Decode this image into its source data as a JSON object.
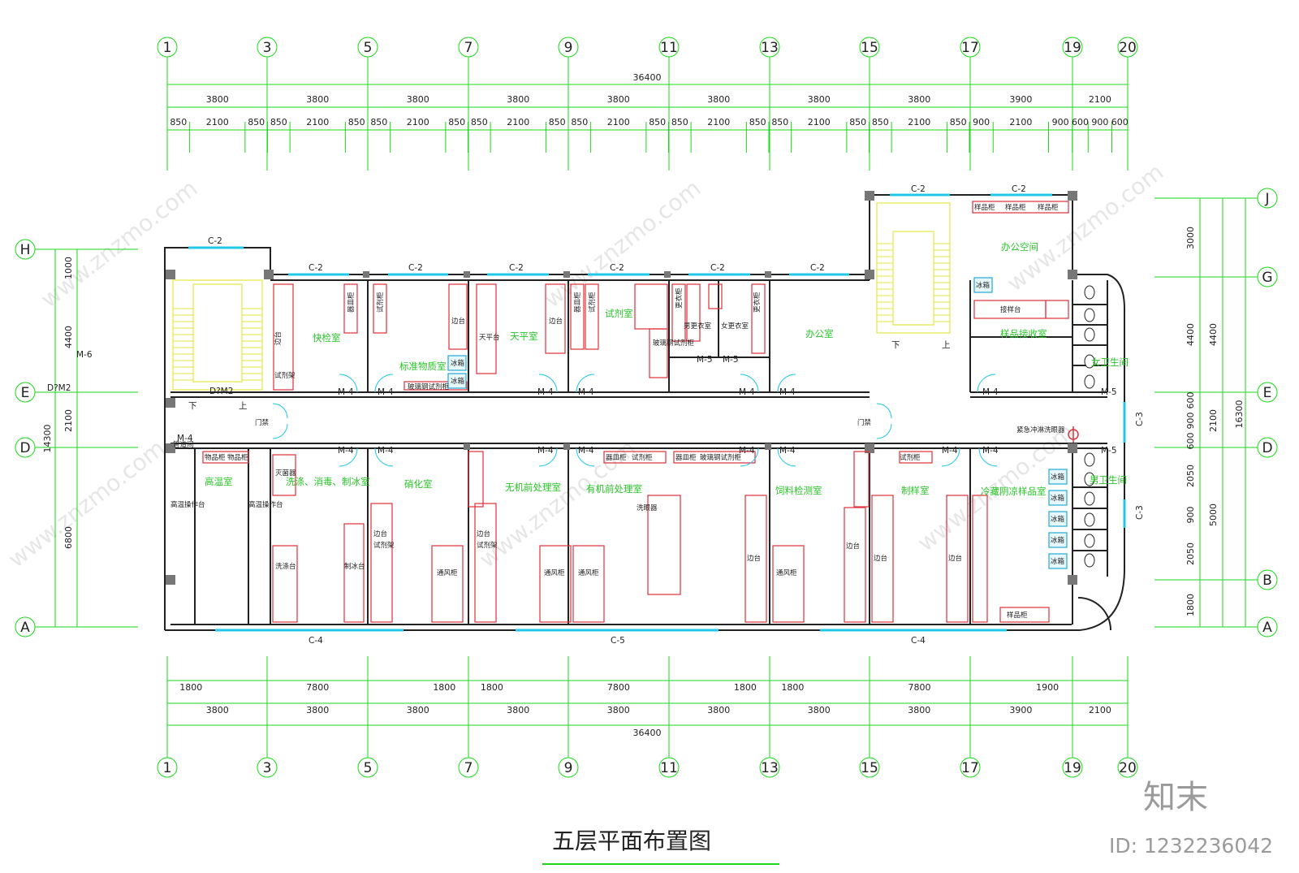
{
  "drawing": {
    "title": "五层平面布置图",
    "brand": "知末",
    "drawing_id": "ID: 1232236042"
  },
  "grid": {
    "top_axes": [
      "1",
      "3",
      "5",
      "7",
      "9",
      "11",
      "13",
      "15",
      "17",
      "19",
      "20"
    ],
    "left_axes": [
      "H",
      "E",
      "D",
      "A"
    ],
    "right_axes": [
      "J",
      "G",
      "E",
      "D",
      "B",
      "A"
    ],
    "overall_width": "36400",
    "top_bays": [
      "3800",
      "3800",
      "3800",
      "3800",
      "3800",
      "3800",
      "3800",
      "3800",
      "3900",
      "2100"
    ],
    "top_segments": [
      "850",
      "2100",
      "850",
      "850",
      "2100",
      "850",
      "850",
      "2100",
      "850",
      "850",
      "2100",
      "850",
      "850",
      "2100",
      "850",
      "850",
      "2100",
      "850",
      "850",
      "2100",
      "850",
      "850",
      "2100",
      "850",
      "900",
      "2100",
      "900",
      "600",
      "900",
      "600"
    ],
    "bottom_rooms": [
      "1800",
      "7800",
      "1800",
      "1800",
      "7800",
      "1800",
      "1800",
      "7800",
      "1900"
    ],
    "bottom_bays": [
      "3800",
      "3800",
      "3800",
      "3800",
      "3800",
      "3800",
      "3800",
      "3800",
      "3900",
      "2100"
    ],
    "left_dims": [
      "1000",
      "4400",
      "2100",
      "6800"
    ],
    "left_total": "14300",
    "right_dims_inner": [
      "3000",
      "4400",
      "600",
      "900",
      "600",
      "2050",
      "900",
      "2050",
      "1800"
    ],
    "right_dims_outer": [
      "4400",
      "2100",
      "5000"
    ],
    "right_total": "16300"
  },
  "rooms": {
    "quick_check": "快检室",
    "standard_substance": "标准物质室",
    "balance": "天平室",
    "reagent": "试剂室",
    "male_locker": "男更衣室",
    "female_locker": "女更衣室",
    "office": "办公室",
    "office_space": "办公空间",
    "sample_receiving": "样品接收室",
    "womens_wc": "女卫生间",
    "mens_wc": "男卫生间",
    "high_temp": "高温室",
    "washing": "洗涤、消毒、制冰室",
    "digestion": "硝化室",
    "inorganic_pre": "无机前处理室",
    "organic_pre": "有机前处理室",
    "feed_testing": "饲料检测室",
    "sample_prep": "制样室",
    "cold_storage": "冷藏阴凉样品室"
  },
  "fixtures": {
    "side_bench": "边台",
    "reagent_rack": "试剂架",
    "vessel_cabinet": "器皿柜",
    "reagent_cabinet": "试剂柜",
    "glass_reagent_cabinet": "玻璃钢试剂柜",
    "fridge": "冰箱",
    "balance_bench": "天平台",
    "clothes_cabinet": "更衣柜",
    "sample_cabinet": "样品柜",
    "receiving_bench": "接样台",
    "sink": "洗涤台",
    "ice_machine": "制冰台",
    "fire_cabinet": "灭菌器",
    "goods_cabinet": "物品柜",
    "high_temp_bench": "高温操作台",
    "fume_hood": "通风柜",
    "eyewash": "洗眼器",
    "emergency_shower": "紧急冲淋洗眼器",
    "gas_door": "管道间",
    "access_control": "门禁",
    "down": "下",
    "up": "上"
  },
  "tags": {
    "door_m4": "M-4",
    "door_m5": "M-5",
    "door_m6": "M-6",
    "door_dm2": "D?M2",
    "win_c2": "C-2",
    "win_c3": "C-3",
    "win_c4": "C-4",
    "win_c5": "C-5"
  },
  "colors": {
    "wall": "#222222",
    "grid": "#19d919",
    "fixture": "#e0303a",
    "window": "#20c8e8",
    "stair": "#ecec40",
    "room_text": "#27c427"
  },
  "watermark": "www.znzmo.com"
}
